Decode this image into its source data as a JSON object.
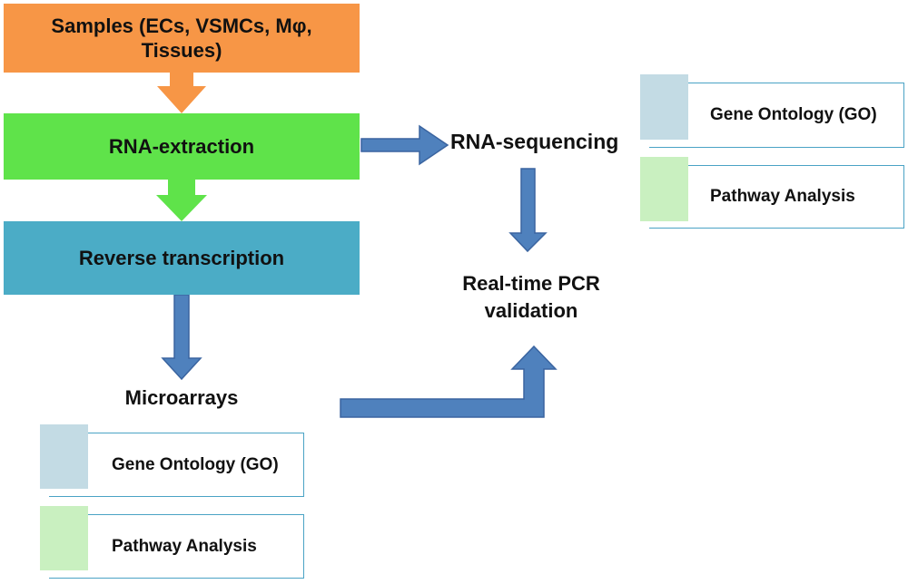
{
  "colors": {
    "samples": "#f79646",
    "rna_extraction": "#5fe34a",
    "reverse_transcription": "#4bacc6",
    "blue_arrow": "#4f81bd",
    "go_swatch": "#c3dbe4",
    "pathway_swatch": "#c9f0c0",
    "card_border": "#4aa3c5"
  },
  "flow": {
    "samples": "Samples (ECs, VSMCs, Mφ, Tissues)",
    "rna_extraction": "RNA-extraction",
    "reverse_transcription": "Reverse transcription",
    "rna_sequencing": "RNA-sequencing",
    "microarrays": "Microarrays",
    "pcr_validation": "Real-time PCR validation"
  },
  "rnaseq_analysis": {
    "items": [
      {
        "label": "Gene Ontology (GO)",
        "icon": "go-swatch"
      },
      {
        "label": "Pathway Analysis",
        "icon": "pathway-swatch"
      }
    ]
  },
  "microarray_analysis": {
    "items": [
      {
        "label": "Gene Ontology (GO)",
        "icon": "go-swatch"
      },
      {
        "label": "Pathway Analysis",
        "icon": "pathway-swatch"
      }
    ]
  }
}
